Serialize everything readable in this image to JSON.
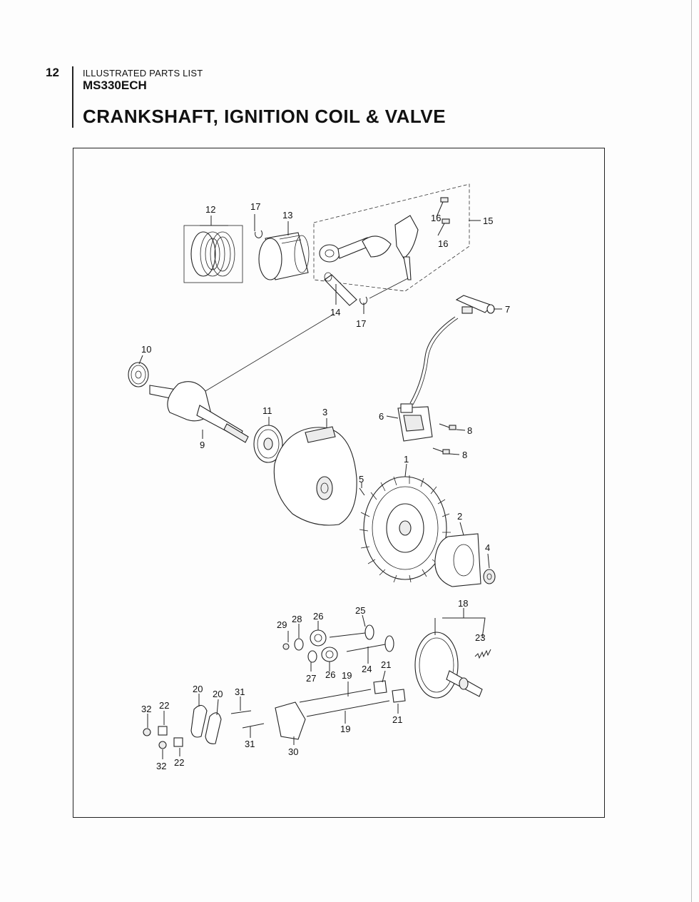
{
  "header": {
    "page_number": "12",
    "section": "ILLUSTRATED PARTS LIST",
    "model": "MS330ECH",
    "title": "CRANKSHAFT, IGNITION COIL & VALVE"
  },
  "callouts": [
    {
      "id": "c12",
      "text": "12"
    },
    {
      "id": "c17a",
      "text": "17"
    },
    {
      "id": "c13",
      "text": "13"
    },
    {
      "id": "c16a",
      "text": "16"
    },
    {
      "id": "c16b",
      "text": "16"
    },
    {
      "id": "c15",
      "text": "15"
    },
    {
      "id": "c14",
      "text": "14"
    },
    {
      "id": "c17b",
      "text": "17"
    },
    {
      "id": "c7",
      "text": "7"
    },
    {
      "id": "c10",
      "text": "10"
    },
    {
      "id": "c11",
      "text": "11"
    },
    {
      "id": "c3",
      "text": "3"
    },
    {
      "id": "c6",
      "text": "6"
    },
    {
      "id": "c8a",
      "text": "8"
    },
    {
      "id": "c8b",
      "text": "8"
    },
    {
      "id": "c9",
      "text": "9"
    },
    {
      "id": "c1",
      "text": "1"
    },
    {
      "id": "c5",
      "text": "5"
    },
    {
      "id": "c2",
      "text": "2"
    },
    {
      "id": "c4",
      "text": "4"
    },
    {
      "id": "c18",
      "text": "18"
    },
    {
      "id": "c29",
      "text": "29"
    },
    {
      "id": "c28",
      "text": "28"
    },
    {
      "id": "c26a",
      "text": "26"
    },
    {
      "id": "c25",
      "text": "25"
    },
    {
      "id": "c23",
      "text": "23"
    },
    {
      "id": "c27",
      "text": "27"
    },
    {
      "id": "c26b",
      "text": "26"
    },
    {
      "id": "c19a",
      "text": "19"
    },
    {
      "id": "c24",
      "text": "24"
    },
    {
      "id": "c21a",
      "text": "21"
    },
    {
      "id": "c20a",
      "text": "20"
    },
    {
      "id": "c20b",
      "text": "20"
    },
    {
      "id": "c31a",
      "text": "31"
    },
    {
      "id": "c32a",
      "text": "32"
    },
    {
      "id": "c22a",
      "text": "22"
    },
    {
      "id": "c21b",
      "text": "21"
    },
    {
      "id": "c19b",
      "text": "19"
    },
    {
      "id": "c31b",
      "text": "31"
    },
    {
      "id": "c30",
      "text": "30"
    },
    {
      "id": "c32b",
      "text": "32"
    },
    {
      "id": "c22b",
      "text": "22"
    }
  ]
}
